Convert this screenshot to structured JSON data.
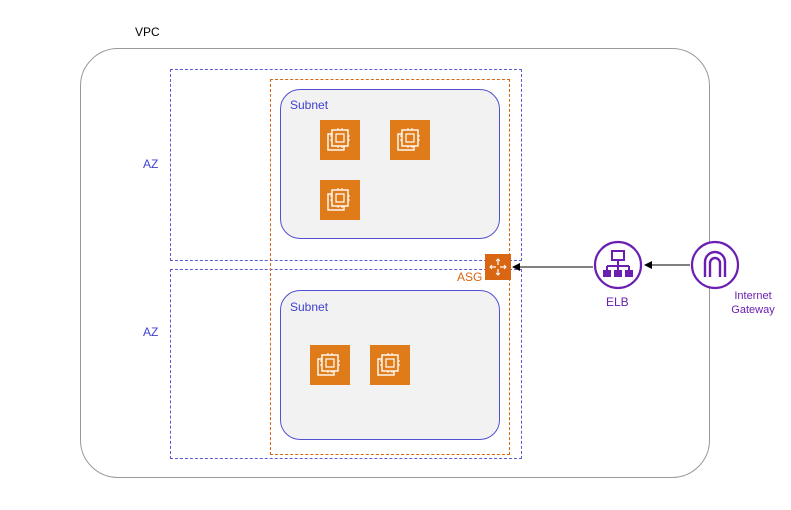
{
  "vpc": {
    "label": "VPC"
  },
  "availability_zones": [
    {
      "label": "AZ"
    },
    {
      "label": "AZ"
    }
  ],
  "auto_scaling_group": {
    "label": "ASG"
  },
  "subnets": [
    {
      "label": "Subnet",
      "instance_count": 3
    },
    {
      "label": "Subnet",
      "instance_count": 2
    }
  ],
  "load_balancer": {
    "label": "ELB",
    "icon": "elb-icon"
  },
  "internet_gateway": {
    "label_line1": "Internet",
    "label_line2": "Gateway",
    "icon": "internet-gateway-icon"
  },
  "colors": {
    "az_border": "#5b5bd6",
    "asg_border": "#d86613",
    "ec2_fill": "#e07b1a",
    "network_purple": "#6a1fb0",
    "subnet_fill": "#f2f2f2"
  }
}
